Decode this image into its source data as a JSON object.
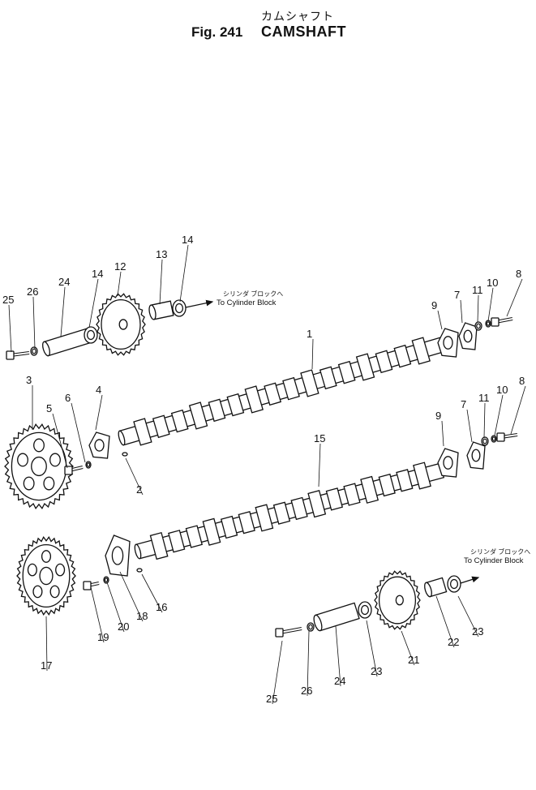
{
  "header": {
    "figure_label": "Fig. 241",
    "title_jp": "カムシャフト",
    "title_en": "CAMSHAFT"
  },
  "destinations": [
    {
      "jp": "シリンダ ブロックへ",
      "en": "To Cylinder Block"
    },
    {
      "jp": "シリンダ ブロックへ",
      "en": "To Cylinder Block"
    }
  ],
  "callouts": [
    "25",
    "26",
    "24",
    "14",
    "12",
    "13",
    "14",
    "9",
    "7",
    "11",
    "10",
    "8",
    "1",
    "3",
    "5",
    "6",
    "4",
    "2",
    "9",
    "7",
    "11",
    "10",
    "8",
    "15",
    "17",
    "19",
    "20",
    "18",
    "16",
    "25",
    "26",
    "24",
    "23",
    "21",
    "22",
    "23"
  ],
  "colors": {
    "ink": "#111111",
    "paper": "#ffffff"
  }
}
